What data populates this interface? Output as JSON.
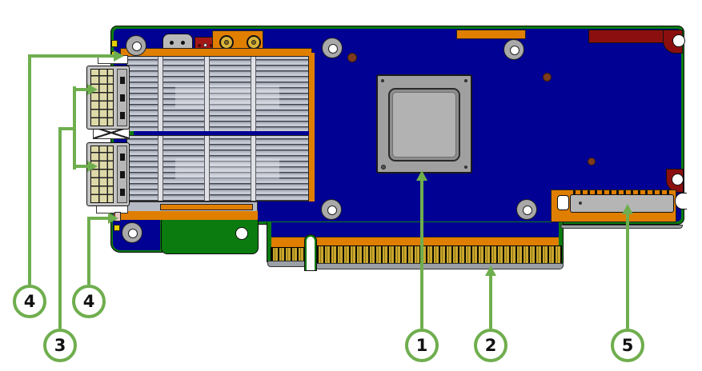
{
  "diagram": {
    "callouts": [
      {
        "id": "callout-4-top",
        "label": "4"
      },
      {
        "id": "callout-3",
        "label": "3"
      },
      {
        "id": "callout-4-bottom",
        "label": "4"
      },
      {
        "id": "callout-1",
        "label": "1"
      },
      {
        "id": "callout-2",
        "label": "2"
      },
      {
        "id": "callout-5",
        "label": "5"
      }
    ],
    "colors": {
      "pcb_edge_green": "#0b7b10",
      "solder_mask_blue": "#010193",
      "copper_orange": "#e07e00",
      "gold_fingers": "#c9a62c",
      "heatsink_gray": "#c3c7d3",
      "callout_green": "#6fae4e"
    }
  }
}
